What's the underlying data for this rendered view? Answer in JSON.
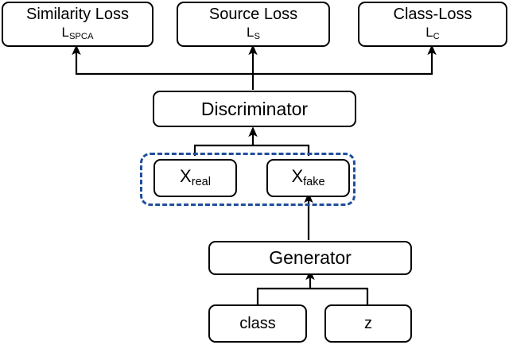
{
  "diagram": {
    "title": "GAN training objective diagram",
    "accent_blue": "#1f4e9b",
    "stroke_black": "#000000",
    "background": "#ffffff",
    "loss_nodes": [
      {
        "name": "similarity-loss",
        "label": "Similarity Loss",
        "symbol_base": "L",
        "symbol_sub": "SPCA"
      },
      {
        "name": "source-loss",
        "label": "Source Loss",
        "symbol_base": "L",
        "symbol_sub": "S"
      },
      {
        "name": "class-loss",
        "label": "Class-Loss",
        "symbol_base": "L",
        "symbol_sub": "C"
      }
    ],
    "discriminator": {
      "label": "Discriminator"
    },
    "samples": [
      {
        "name": "x-real",
        "symbol_base": "X",
        "symbol_sub": "real"
      },
      {
        "name": "x-fake",
        "symbol_base": "X",
        "symbol_sub": "fake"
      }
    ],
    "generator": {
      "label": "Generator"
    },
    "inputs": [
      {
        "name": "class-input",
        "label": "class"
      },
      {
        "name": "z-input",
        "label": "z"
      }
    ]
  }
}
